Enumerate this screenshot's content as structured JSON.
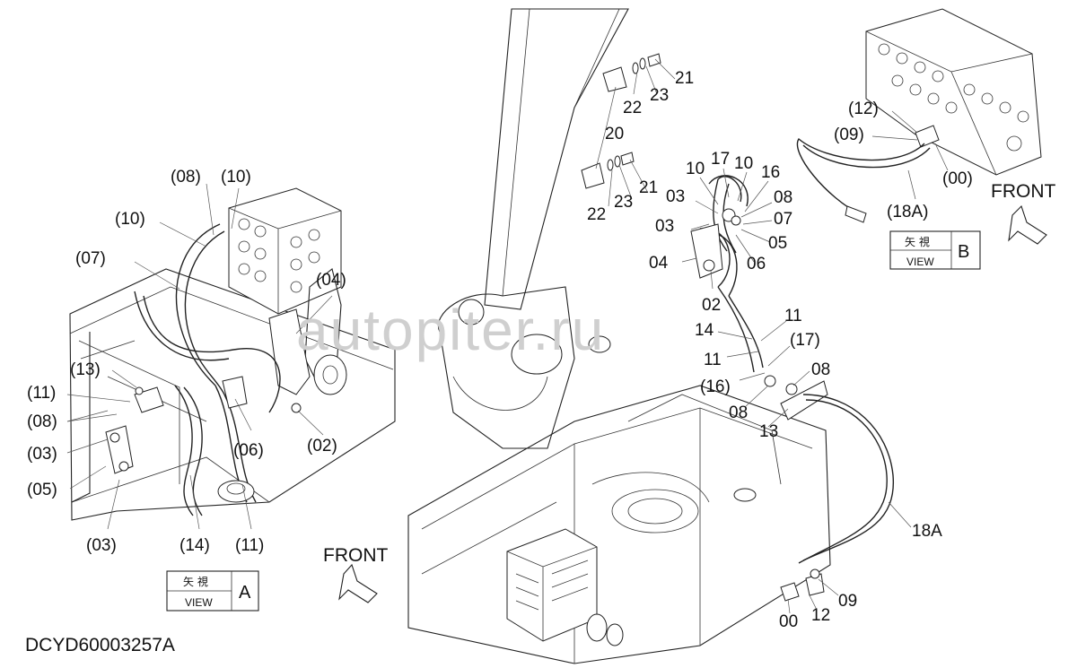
{
  "watermark": "autopiter.ru",
  "drawing_code": "DCYD60003257A",
  "left_view": {
    "callouts": [
      "(08)",
      "(10)",
      "(10)",
      "(07)",
      "(04)",
      "(13)",
      "(11)",
      "(08)",
      "(03)",
      "(05)",
      "(03)",
      "(06)",
      "(02)",
      "(14)",
      "(11)"
    ],
    "front_label": "FRONT",
    "view_box": {
      "cjk": "矢 視",
      "word": "VIEW",
      "letter": "A"
    }
  },
  "center_view": {
    "callouts": [
      "20",
      "22",
      "23",
      "21",
      "22",
      "23",
      "21",
      "10",
      "17",
      "10",
      "16",
      "03",
      "08",
      "03",
      "07",
      "05",
      "06",
      "04",
      "02",
      "14",
      "11",
      "(17)",
      "11",
      "08",
      "(16)",
      "08",
      "13",
      "18A",
      "09",
      "12",
      "00"
    ]
  },
  "right_view": {
    "callouts": [
      "(12)",
      "(09)",
      "(00)",
      "(18A)"
    ],
    "front_label": "FRONT",
    "view_box": {
      "cjk": "矢 視",
      "word": "VIEW",
      "letter": "B"
    }
  }
}
